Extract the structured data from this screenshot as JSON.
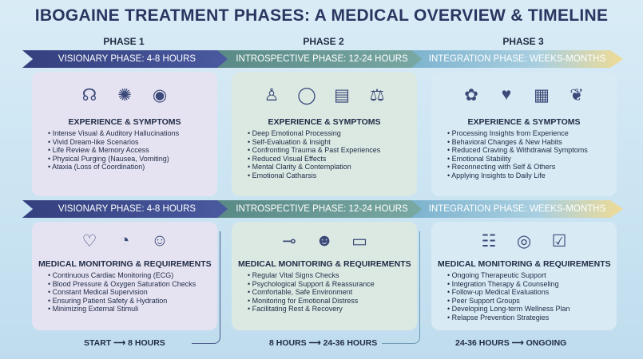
{
  "title": "IBOGAINE TREATMENT PHASES: A MEDICAL OVERVIEW & TIMELINE",
  "phases": [
    {
      "label": "PHASE 1",
      "banner": "VISIONARY PHASE: 4-8 HOURS",
      "exp_heading": "EXPERIENCE & SYMPTOMS",
      "experience": [
        "Intense Visual & Auditory Hallucinations",
        "Vivid Dream-like Scenarios",
        "Life Review & Memory Access",
        "Physical Purging (Nausea, Vomiting)",
        "Ataxia (Loss of Coordination)"
      ],
      "med_heading": "MEDICAL MONITORING & REQUIREMENTS",
      "medical": [
        "Continuous Cardiac Monitoring (ECG)",
        "Blood Pressure & Oxygen Saturation Checks",
        "Constant Medical Supervision",
        "Ensuring Patient Safety & Hydration",
        "Minimizing External Stimuli"
      ],
      "timeline": "START ⟶ 8 HOURS"
    },
    {
      "label": "PHASE 2",
      "banner": "INTROSPECTIVE PHASE: 12-24 HOURS",
      "exp_heading": "EXPERIENCE & SYMPTOMS",
      "experience": [
        "Deep Emotional Processing",
        "Self-Evaluation & Insight",
        "Confronting Trauma & Past Experiences",
        "Reduced Visual Effects",
        "Mental Clarity & Contemplation",
        "Emotional Catharsis"
      ],
      "med_heading": "MEDICAL MONITORING & REQUIREMENTS",
      "medical": [
        "Regular Vital Signs Checks",
        "Psychological Support & Reassurance",
        "Comfortable, Safe Environment",
        "Monitoring for Emotional Distress",
        "Facilitating Rest & Recovery"
      ],
      "timeline": "8 HOURS ⟶ 24-36 HOURS"
    },
    {
      "label": "PHASE 3",
      "banner": "INTEGRATION PHASE: WEEKS-MONTHS",
      "exp_heading": "EXPERIENCE & SYMPTOMS",
      "experience": [
        "Processing Insights from Experience",
        "Behavioral Changes & New Habits",
        "Reduced Craving & Withdrawal Symptoms",
        "Emotional Stability",
        "Reconnecting with Self & Others",
        "Applying Insights to Daily Life"
      ],
      "med_heading": "MEDICAL MONITORING & REQUIREMENTS",
      "medical": [
        "Ongoing Therapeutic Support",
        "Integration Therapy & Counseling",
        "Follow-up Medical Evaluations",
        "Peer Support Groups",
        "Developing Long-term Wellness Plan",
        "Relapse Prevention Strategies"
      ],
      "timeline": "24-36 HOURS ⟶ ONGOING"
    }
  ],
  "icons": {
    "exp": [
      [
        "brain-head-icon",
        "cosmic-figure-icon",
        "eye-icon"
      ],
      [
        "meditation-icon",
        "mirror-icon",
        "journal-icon",
        "scales-icon"
      ],
      [
        "sprout-icon",
        "handshake-icon",
        "calendar-icon",
        "brain-icon"
      ]
    ],
    "med": [
      [
        "ecg-monitor-icon",
        "blood-pressure-cuff-icon",
        "doctor-icon"
      ],
      [
        "thermometer-icon",
        "nurse-patient-icon",
        "bed-icon"
      ],
      [
        "support-group-icon",
        "counseling-circle-icon",
        "checklist-icon"
      ]
    ]
  }
}
